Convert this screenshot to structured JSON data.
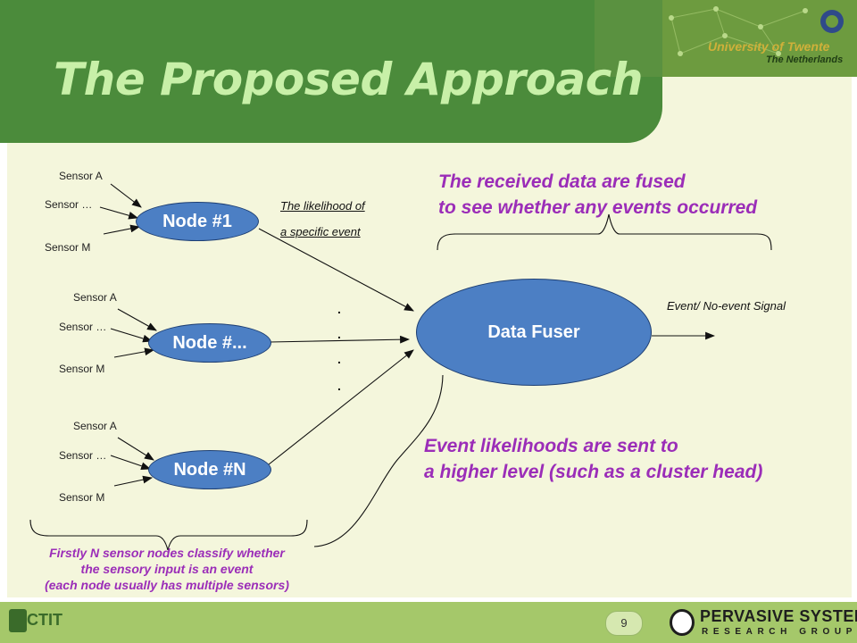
{
  "slide": {
    "title": "The Proposed Approach",
    "university_line1": "University of Twente",
    "university_line2": "The Netherlands",
    "page_number": "9",
    "footer_left_logo": "CTIT",
    "footer_right_logo_line1": "PERVASIVE SYSTEMS",
    "footer_right_logo_line2": "RESEARCH GROUP",
    "colors": {
      "title_band": "#4b8b3b",
      "title_text": "#c8f0a8",
      "node_fill": "#4c7fc4",
      "annotation": "#9b2db8",
      "footer": "#a5c86a"
    }
  },
  "diagram": {
    "groups": [
      {
        "node_label": "Node #1",
        "sensors": [
          "Sensor A",
          "Sensor …",
          "Sensor M"
        ]
      },
      {
        "node_label": "Node #...",
        "sensors": [
          "Sensor A",
          "Sensor …",
          "Sensor M"
        ]
      },
      {
        "node_label": "Node #N",
        "sensors": [
          "Sensor A",
          "Sensor …",
          "Sensor M"
        ]
      }
    ],
    "fuser_label": "Data Fuser",
    "likelihood_line1": "The likelihood of",
    "likelihood_line2": "a specific event",
    "dots": [
      ".",
      ".",
      ".",
      "."
    ],
    "output_label": "Event/ No-event Signal",
    "fused_note_line1": "The received data are fused",
    "fused_note_line2": "to see whether any events occurred",
    "sent_note_line1": "Event likelihoods are sent to",
    "sent_note_line2": "a higher level (such as a cluster head)",
    "classify_note_line1": "Firstly N sensor nodes classify whether",
    "classify_note_line2": "the sensory input is an event",
    "classify_note_line3": "(each node usually has multiple sensors)"
  }
}
